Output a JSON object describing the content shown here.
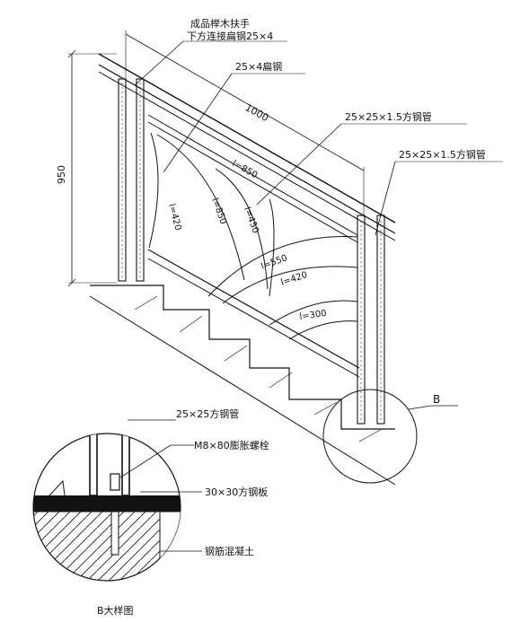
{
  "labels": {
    "handrail_line1": "成品榉木扶手",
    "handrail_line2": "下方连接扁钢25×4",
    "flat_steel": "25×4扁钢",
    "dim_1000": "1000",
    "tube_top": "25×25×1.5方钢管",
    "tube_right": "25×25×1.5方钢管",
    "dim_950": "950",
    "arc_l850_a": "l=850",
    "arc_l850_b": "l=850",
    "arc_l420_a": "l=420",
    "arc_l450": "l=450",
    "arc_l550": "l=550",
    "arc_l420_b": "l=420",
    "arc_l300": "l=300",
    "detail_ref": "B",
    "detail_tube": "25×25方钢管",
    "detail_bolt": "M8×80膨胀螺栓",
    "detail_plate": "30×30方钢板",
    "detail_concrete": "钢筋混凝土",
    "detail_title": "B大样图"
  }
}
